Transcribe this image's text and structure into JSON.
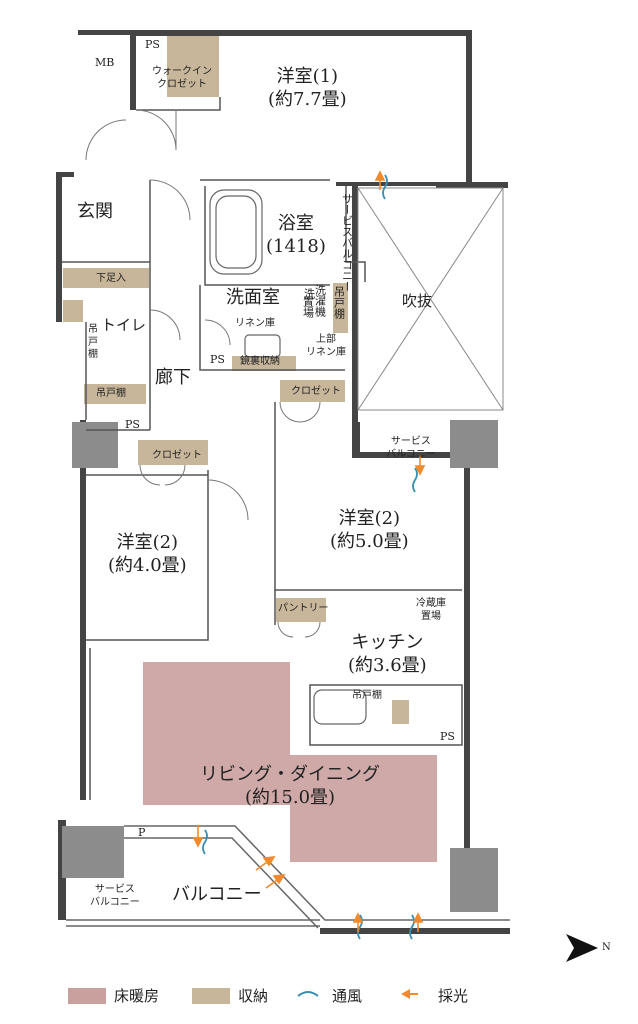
{
  "rooms": {
    "ps_top": "PS",
    "mb": "MB",
    "walk_in": [
      "ウォークイン",
      "クロゼット"
    ],
    "western1": [
      "洋室(1)",
      "(約7.7畳)"
    ],
    "genkan": "玄関",
    "shoes": "下足入",
    "toilet": "トイレ",
    "toilet_shelf": [
      "吊",
      "戸",
      "棚"
    ],
    "hanging_shelf": "吊戸棚",
    "ps_left": "PS",
    "bath": [
      "浴室",
      "(1418)"
    ],
    "service_balcony_top": [
      "サービス",
      "バルコニー"
    ],
    "washroom": "洗面室",
    "linen": "リネン庫",
    "washer": [
      "洗",
      "濯",
      "機",
      "置",
      "場"
    ],
    "wash_shelf": [
      "吊",
      "戸",
      "棚"
    ],
    "ps_wash": "PS",
    "mirror_storage": "鏡裏収納",
    "upper_linen": [
      "上部",
      "リネン庫"
    ],
    "fukinuke": "吹抜",
    "hallway": "廊下",
    "closet_mid": "クロゼット",
    "service_balcony_mid": [
      "サービス",
      "バルコニー"
    ],
    "closet_left": "クロゼット",
    "western2_left": [
      "洋室(2)",
      "(約4.0畳)"
    ],
    "western2_right": [
      "洋室(2)",
      "(約5.0畳)"
    ],
    "pantry": "パントリー",
    "fridge": [
      "冷蔵庫",
      "置場"
    ],
    "kitchen": [
      "キッチン",
      "(約3.6畳)"
    ],
    "kitchen_shelf": "吊戸棚",
    "ps_kitchen": "PS",
    "living": [
      "リビング・ダイニング",
      "(約15.0畳)"
    ],
    "p_label": "P",
    "balcony": "バルコニー",
    "service_balcony_bottom": [
      "サービス",
      "バルコニー"
    ]
  },
  "compass": {
    "north": "N"
  },
  "legend": {
    "floor_heating": {
      "label": "床暖房",
      "color": "#c9a09e"
    },
    "storage": {
      "label": "収納",
      "color": "#c7b69a"
    },
    "ventilation": {
      "label": "通風",
      "color": "#3a8fb0"
    },
    "daylight": {
      "label": "採光",
      "color": "#f08a2c"
    }
  }
}
